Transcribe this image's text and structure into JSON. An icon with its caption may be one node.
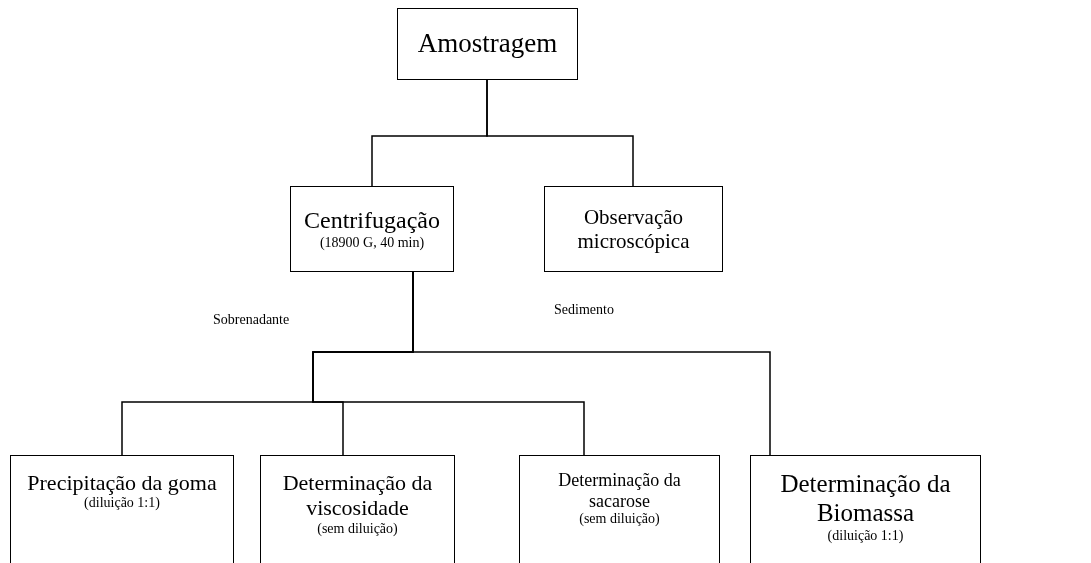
{
  "diagram": {
    "nodes": [
      {
        "text": [
          "Amostragem"
        ]
      },
      {
        "text": [
          "Centrifugação",
          "(18900 G, 40 min)"
        ]
      },
      {
        "text": [
          "Observação microscópica"
        ]
      },
      {
        "text": [
          "Precipitação da goma",
          "(diluição 1:1)"
        ]
      },
      {
        "text": [
          "Determinação da viscosidade",
          "(sem diluição)"
        ]
      },
      {
        "text": [
          "Determinação da sacarose",
          "(sem diluição)"
        ]
      },
      {
        "text": [
          "Determinação da Biomassa",
          "(diluição 1:1)"
        ]
      }
    ],
    "edges": [
      {
        "from": 0,
        "to": 1,
        "arrow": "none"
      },
      {
        "from": 0,
        "to": 2,
        "arrow": "none"
      },
      {
        "from": 1,
        "to": 3,
        "arrow": "none"
      },
      {
        "from": 1,
        "to": 4,
        "arrow": "none"
      },
      {
        "from": 1,
        "to": 5,
        "arrow": "none"
      },
      {
        "from": 1,
        "to": 6,
        "arrow": "none"
      }
    ],
    "labels": [
      "Sobrenadante",
      "Sedimento"
    ]
  }
}
